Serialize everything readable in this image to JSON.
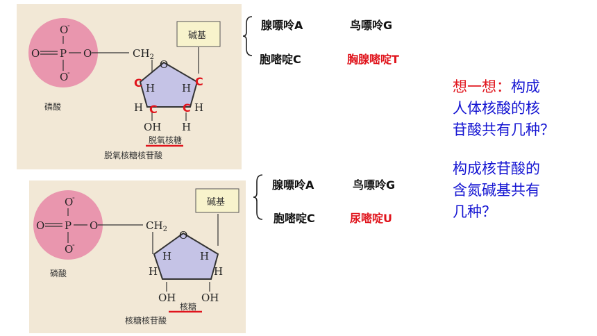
{
  "panel1": {
    "o_top": "O",
    "o_bottom": "O",
    "minus_top": "-",
    "minus_bottom": "-",
    "o_left": "O",
    "p": "P",
    "o_right": "O",
    "ch2": "CH",
    "sub2": "2",
    "ring_o": "O",
    "h_left": "H",
    "h_right": "H",
    "c_bottom_left_h": "H",
    "c_bottom_right_h": "H",
    "oh": "OH",
    "h_bottom": "H",
    "base_box": "碱基",
    "phosphate_label": "磷酸",
    "sugar_label": "脱氧核糖",
    "caption": "脱氧核糖核苷酸",
    "carbon_marks": [
      "C",
      "C",
      "C",
      "C"
    ]
  },
  "panel2": {
    "o_top": "O",
    "o_bottom": "O",
    "minus_top": "-",
    "minus_bottom": "-",
    "o_left": "O",
    "p": "P",
    "o_right": "O",
    "ch2": "CH",
    "sub2": "2",
    "ring_o": "O",
    "h_left": "H",
    "h_right": "H",
    "h_left2": "H",
    "h_right2": "H",
    "oh_left": "OH",
    "oh_right": "OH",
    "base_box": "碱基",
    "phosphate_label": "磷酸",
    "sugar_label": "核糖",
    "caption": "核糖核苷酸"
  },
  "dna_bases": {
    "a": "腺嘌呤A",
    "g": "鸟嘌呤G",
    "c": "胞嘧啶C",
    "t": "胸腺嘧啶T"
  },
  "rna_bases": {
    "a": "腺嘌呤A",
    "g": "鸟嘌呤G",
    "c": "胞嘧啶C",
    "u": "尿嘧啶U"
  },
  "question1": {
    "line1_red": "想一想：",
    "line1_blue": "构成",
    "line2": "人体核酸的核",
    "line3": "苷酸共有几种？"
  },
  "question2": {
    "line1": "构成核苷酸的",
    "line2": "含氮碱基共有",
    "line3": "几种？"
  },
  "colors": {
    "panel_bg": "#f2e8d6",
    "phosphate": "#e996ae",
    "sugar": "#c5c3e6",
    "base_box": "#f8f3cc",
    "red": "#e0141c",
    "blue": "#1414d2"
  }
}
